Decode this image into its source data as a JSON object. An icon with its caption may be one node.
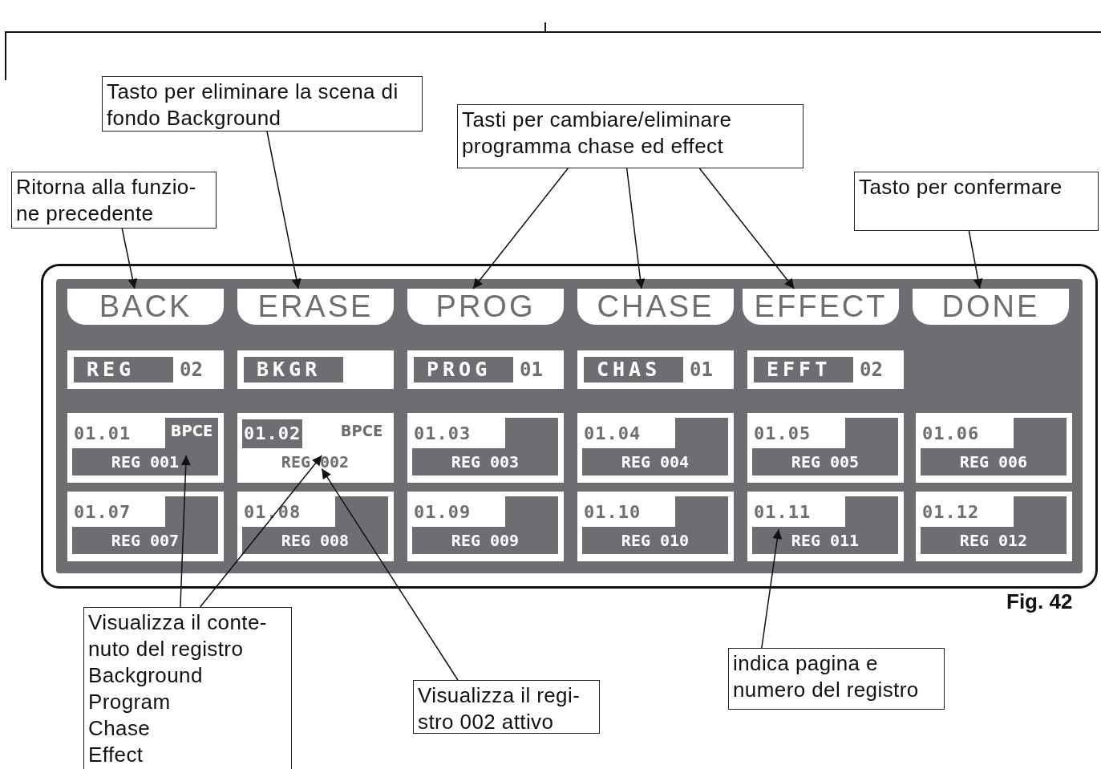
{
  "diagram": {
    "nodes": [
      {
        "text": [
          "Tasto per eliminare la scena di fondo Background"
        ]
      },
      {
        "text": [
          "Tasti per cambiare/eliminare programma chase ed effect"
        ]
      },
      {
        "text": [
          "Ritorna alla funzio- ne precedente"
        ]
      },
      {
        "text": [
          "Tasto per confermare"
        ]
      },
      {
        "text": [],
        "shape": "box"
      },
      {
        "text": [
          "BACK"
        ],
        "in": 4
      },
      {
        "text": [
          "ERASE"
        ],
        "in": 4
      },
      {
        "text": [
          "PROG"
        ],
        "in": 4
      },
      {
        "text": [
          "CHASE"
        ],
        "in": 4
      },
      {
        "text": [
          "EFFECT"
        ],
        "in": 4
      },
      {
        "text": [
          "DONE"
        ],
        "in": 4
      },
      {
        "text": [
          "REG",
          "02"
        ],
        "in": 4
      },
      {
        "text": [
          "BKGR"
        ],
        "in": 4
      },
      {
        "text": [
          "PROG",
          "01"
        ],
        "in": 4
      },
      {
        "text": [
          "CHAS",
          "01"
        ],
        "in": 4
      },
      {
        "text": [
          "EFFT",
          "02"
        ],
        "in": 4
      },
      {
        "text": [
          "01.01",
          "BPCE",
          "REG 001"
        ],
        "in": 4
      },
      {
        "text": [
          "01.02",
          "BPCE",
          "REG 002"
        ],
        "in": 4
      },
      {
        "text": [
          "01.03",
          "REG 003"
        ],
        "in": 4
      },
      {
        "text": [
          "01.04",
          "REG 004"
        ],
        "in": 4
      },
      {
        "text": [
          "01.05",
          "REG 005"
        ],
        "in": 4
      },
      {
        "text": [
          "01.06",
          "REG 006"
        ],
        "in": 4
      },
      {
        "text": [
          "01.07",
          "REG 007"
        ],
        "in": 4
      },
      {
        "text": [
          "01.08",
          "REG 008"
        ],
        "in": 4
      },
      {
        "text": [
          "01.09",
          "REG 009"
        ],
        "in": 4
      },
      {
        "text": [
          "01.10",
          "REG 010"
        ],
        "in": 4
      },
      {
        "text": [
          "01.11",
          "REG 011"
        ],
        "in": 4
      },
      {
        "text": [
          "01.12",
          "REG 012"
        ],
        "in": 4
      },
      {
        "text": [
          "Visualizza il conte- nuto del registro",
          "Background",
          "Program",
          "Chase",
          "Effect"
        ]
      },
      {
        "text": [
          "indica pagina e numero del registro"
        ]
      },
      {
        "text": [
          "Visualizza il regi- stro 002 attivo"
        ]
      }
    ],
    "edges": [
      {
        "from": 2,
        "to": 5,
        "arrow": "to"
      },
      {
        "from": 0,
        "to": 6,
        "arrow": "to"
      },
      {
        "from": 1,
        "to": 7,
        "arrow": "to"
      },
      {
        "from": 1,
        "to": 8,
        "arrow": "to"
      },
      {
        "from": 1,
        "to": 9,
        "arrow": "to"
      },
      {
        "from": 3,
        "to": 10,
        "arrow": "to"
      },
      {
        "from": 28,
        "to": 16,
        "arrow": "to"
      },
      {
        "from": 28,
        "to": 17,
        "arrow": "to"
      },
      {
        "from": 30,
        "to": 17,
        "arrow": "to"
      },
      {
        "from": 29,
        "to": 26,
        "arrow": "to"
      }
    ],
    "labels": [
      "Fig. 42"
    ]
  }
}
